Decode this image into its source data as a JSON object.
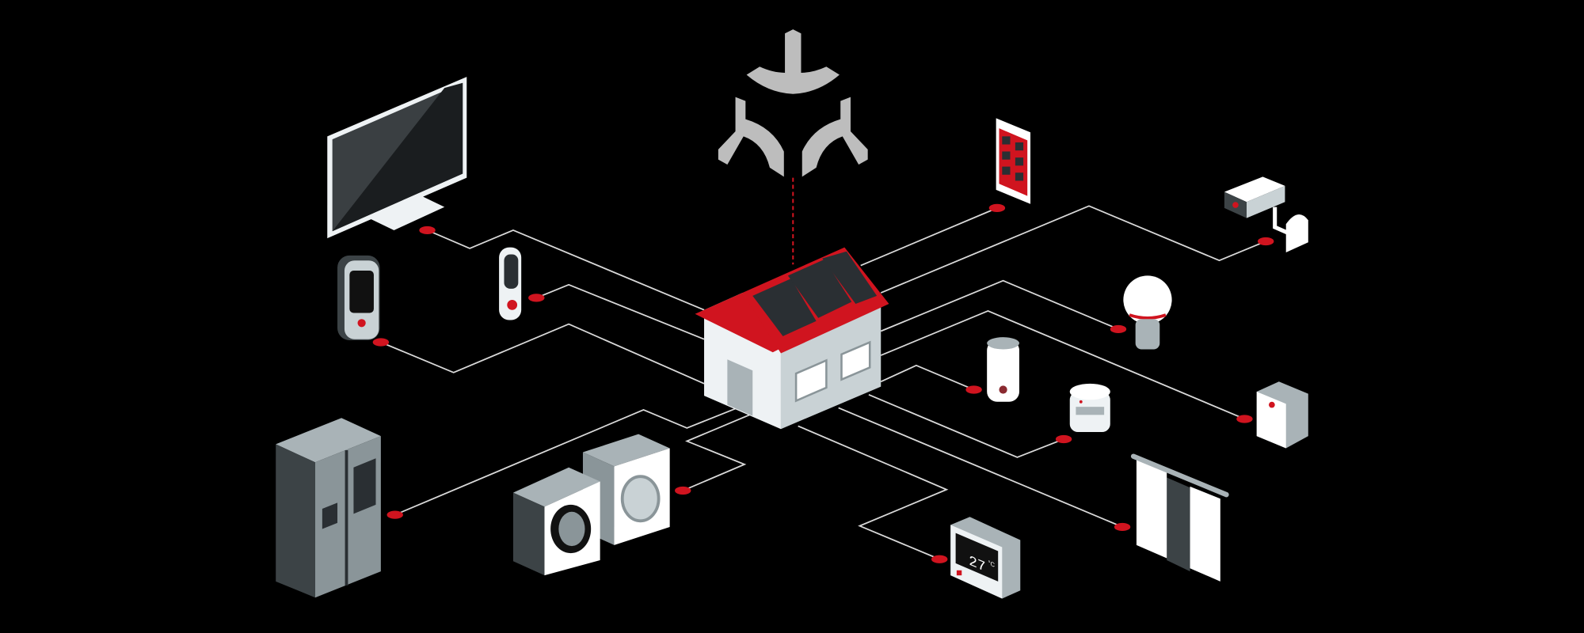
{
  "colors": {
    "background": "#000000",
    "accent": "#d0141f",
    "device_light": "#eef2f4",
    "device_mid": "#a9b3b7",
    "device_dark": "#3c4346",
    "wire": "#d9d9d9",
    "logo": "#bdbdbd"
  },
  "hub": {
    "logo_icon": "three-arrows-converging-logo",
    "house_icon": "smart-house-with-solar-panels"
  },
  "devices": [
    {
      "id": "tv",
      "icon": "television-icon"
    },
    {
      "id": "door-lock",
      "icon": "keypad-lock-icon"
    },
    {
      "id": "doorbell",
      "icon": "video-doorbell-icon"
    },
    {
      "id": "fridge",
      "icon": "refrigerator-icon"
    },
    {
      "id": "washers",
      "icon": "washing-machine-icon"
    },
    {
      "id": "thermostat",
      "icon": "thermostat-icon",
      "reading": "27",
      "unit": "°C"
    },
    {
      "id": "curtains",
      "icon": "smart-curtain-icon"
    },
    {
      "id": "smoke-detector",
      "icon": "smoke-detector-icon"
    },
    {
      "id": "smart-plug",
      "icon": "smart-plug-icon"
    },
    {
      "id": "speaker",
      "icon": "smart-speaker-icon"
    },
    {
      "id": "bulb",
      "icon": "smart-bulb-icon"
    },
    {
      "id": "camera",
      "icon": "security-camera-icon"
    },
    {
      "id": "tablet",
      "icon": "control-tablet-icon"
    }
  ]
}
